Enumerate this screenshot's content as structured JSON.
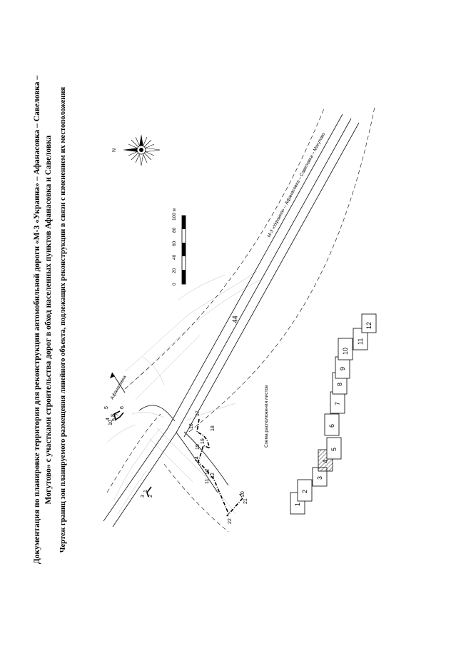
{
  "page": {
    "number": "44",
    "title_line1": "Документация по планировке территории для реконструкции автомобильной дороги «М-3 «Украина» – Афанасовка – Савеловка –",
    "title_line2": "Могутово» с участками строительства дорог в обход населенных пунктов Афанасовка и Савеловка",
    "subtitle": "Чертеж границ зон планируемого размещения линейного объекта, подлежащих реконструкции в связи с изменением их местоположения"
  },
  "map": {
    "road_label": "М-3 «Украина» – Афанасовка – Савеловка – Могутово",
    "direction_label": "Афанасовка",
    "compass_label": "N",
    "scale_bar": {
      "ticks": [
        "0",
        "20",
        "40",
        "60",
        "80",
        "100 м"
      ]
    },
    "boundary_points": [
      "1",
      "2",
      "3",
      "4",
      "5",
      "6",
      "7",
      "8",
      "9",
      "10",
      "11",
      "12",
      "13",
      "14",
      "15",
      "16",
      "17",
      "18",
      "19",
      "20",
      "21",
      "22"
    ],
    "colors": {
      "boundary": "#000000",
      "road": "#222222",
      "terrain": "#bdbdbd"
    }
  },
  "sheet_layout": {
    "caption": "Схема расположения листов",
    "sheets": [
      "1",
      "2",
      "3",
      "4",
      "5",
      "6",
      "7",
      "8",
      "9",
      "10",
      "11",
      "12"
    ],
    "highlighted_sheet": "4"
  }
}
